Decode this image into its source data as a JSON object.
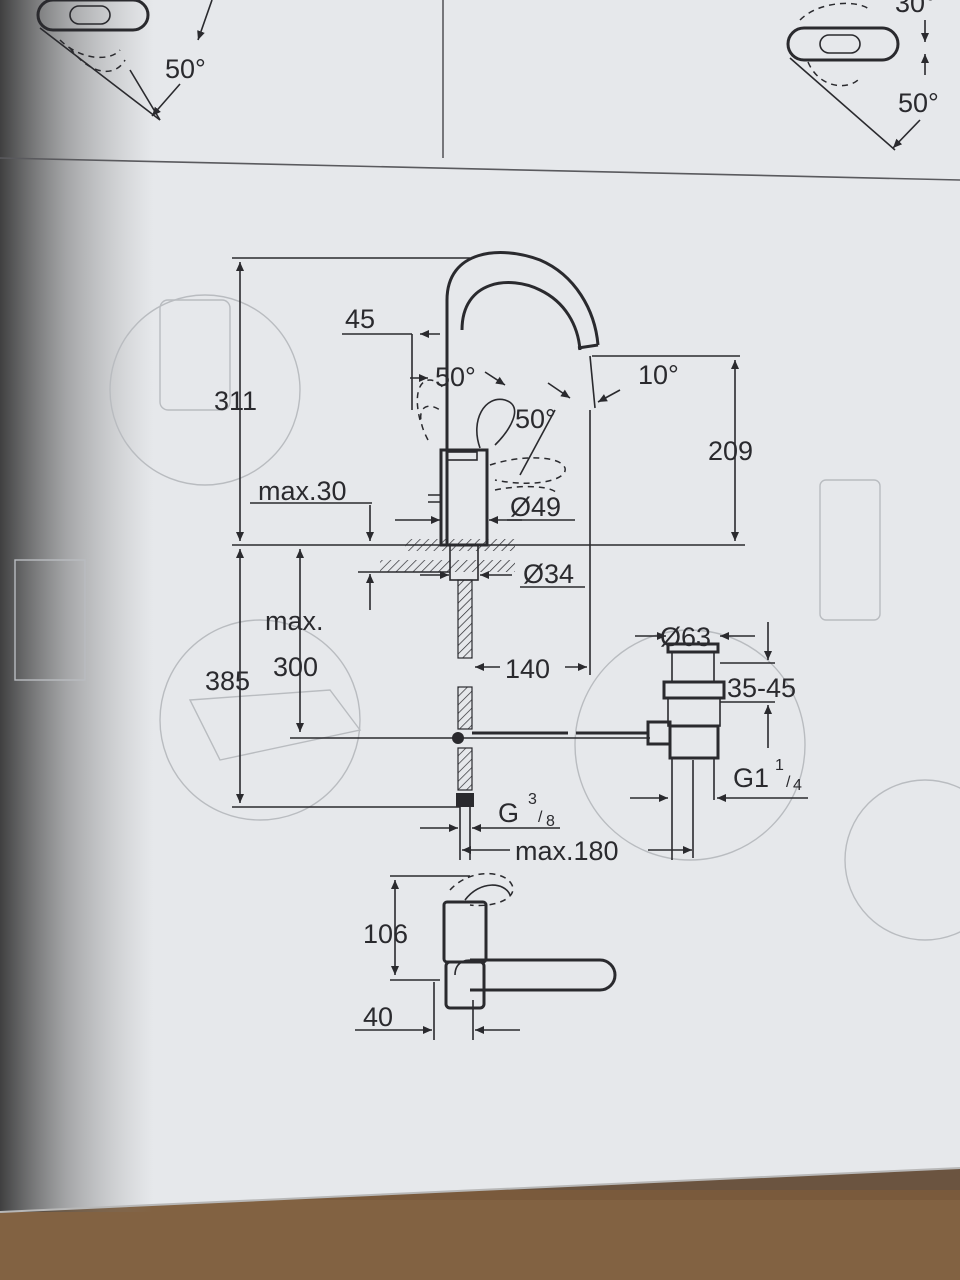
{
  "colors": {
    "paper": "#eceef0",
    "paper_shadow": "#c8ccd0",
    "ink": "#2a2a2e",
    "ghost_ink": "#b9bcc0",
    "wood": "#7a5a3c"
  },
  "top_panels": {
    "left": {
      "angle_label": "50°"
    },
    "right": {
      "angle_top_label": "30°",
      "angle_label": "50°"
    }
  },
  "main_drawing": {
    "height_total": "311",
    "offset_45": "45",
    "lever_angle_1": "50°",
    "lever_angle_2": "50°",
    "spout_angle": "10°",
    "spout_height": "209",
    "max_30": "max.30",
    "body_diameter": "Ø49",
    "shank_diameter": "Ø34",
    "max_label": "max.",
    "max_300": "300",
    "below_385": "385",
    "reach_140": "140",
    "waste_diameter": "Ø63",
    "waste_range": "35-45",
    "waste_thread_g": "G1",
    "waste_thread_num": "1",
    "waste_thread_den": "4",
    "hose_thread_g": "G",
    "hose_thread_num": "3",
    "hose_thread_den": "8",
    "max_180": "max.180"
  },
  "side_view": {
    "height_106": "106",
    "depth_40": "40"
  }
}
